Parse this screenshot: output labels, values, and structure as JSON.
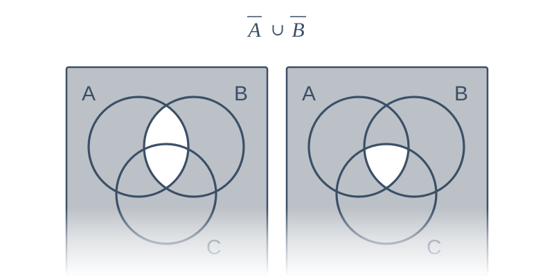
{
  "expression": {
    "left_set": "A",
    "operator": "∪",
    "right_set": "B",
    "left_complement": true,
    "right_complement": true
  },
  "diagrams": [
    {
      "labels": {
        "a": "A",
        "b": "B",
        "c": "C"
      },
      "shaded_region": "A∩B"
    },
    {
      "labels": {
        "a": "A",
        "b": "B",
        "c": "C"
      },
      "shaded_region": "A∩B∩C"
    }
  ],
  "colors": {
    "panel_fill": "#bcc1c7",
    "outline": "#3b4f67",
    "highlight": "#ffffff",
    "text": "#3b4f67"
  }
}
